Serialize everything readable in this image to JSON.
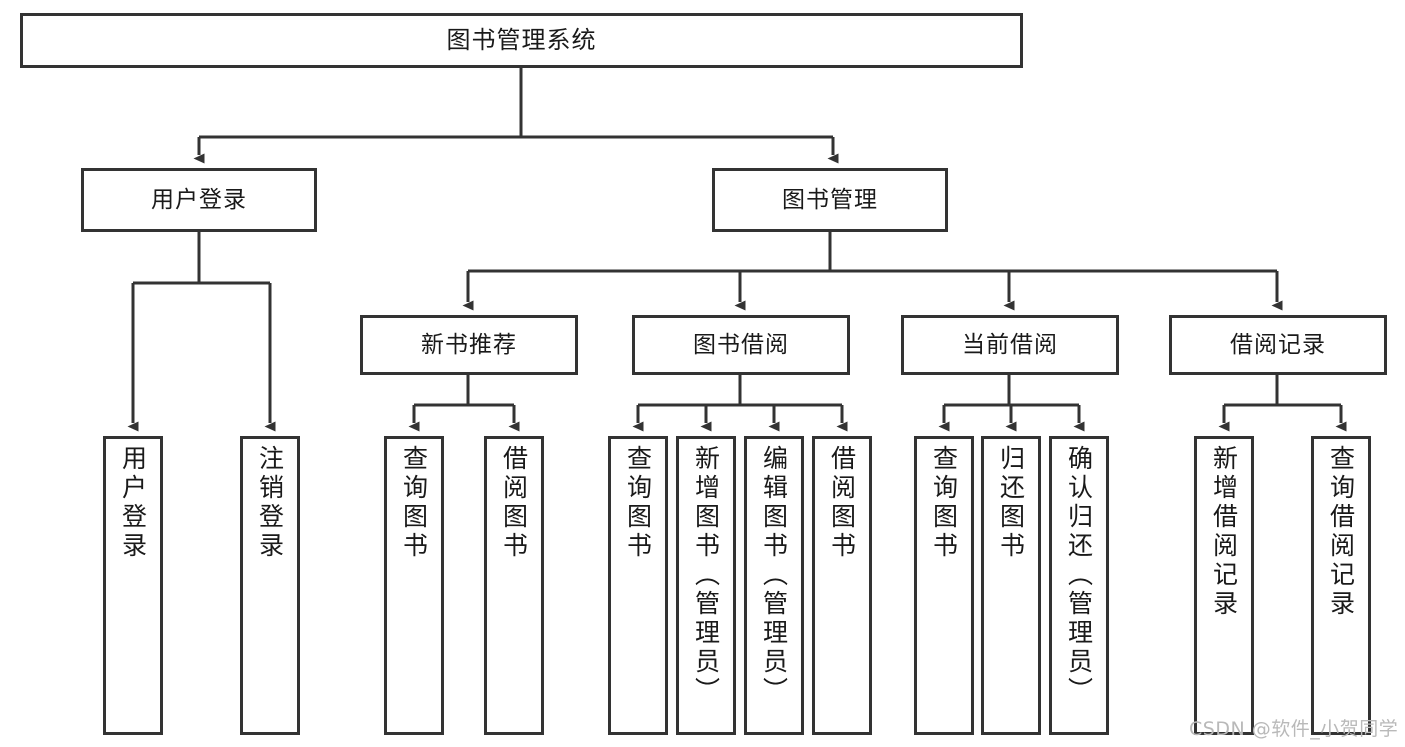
{
  "diagram": {
    "title": "图书管理系统",
    "type": "hierarchy-tree",
    "watermark": "CSDN @软件_小贺同学",
    "colors": {
      "box_border": "#333333",
      "box_fill": "#ffffff",
      "edge": "#333333",
      "text": "#1a1a1a",
      "watermark": "#b9b9b9"
    },
    "levels": {
      "root": {
        "label": "图书管理系统"
      },
      "level1": [
        {
          "id": "user-login",
          "label": "用户登录"
        },
        {
          "id": "book-management",
          "label": "图书管理"
        }
      ],
      "level2": [
        {
          "id": "new-book-recommend",
          "label": "新书推荐"
        },
        {
          "id": "book-borrow",
          "label": "图书借阅"
        },
        {
          "id": "current-borrow",
          "label": "当前借阅"
        },
        {
          "id": "borrow-record",
          "label": "借阅记录"
        }
      ],
      "leaves": {
        "user_login": [
          {
            "id": "leaf-user-login",
            "label": "用户登录"
          },
          {
            "id": "leaf-logout-login",
            "label": "注销登录"
          }
        ],
        "new_book_recommend": [
          {
            "id": "leaf-query-book-1",
            "label": "查询图书"
          },
          {
            "id": "leaf-borrow-book-1",
            "label": "借阅图书"
          }
        ],
        "book_borrow": [
          {
            "id": "leaf-query-book-2",
            "label": "查询图书"
          },
          {
            "id": "leaf-add-book",
            "label": "新增图书（管理员）"
          },
          {
            "id": "leaf-edit-book",
            "label": "编辑图书（管理员）"
          },
          {
            "id": "leaf-borrow-book-2",
            "label": "借阅图书"
          }
        ],
        "current_borrow": [
          {
            "id": "leaf-query-book-3",
            "label": "查询图书"
          },
          {
            "id": "leaf-return-book",
            "label": "归还图书"
          },
          {
            "id": "leaf-confirm-return",
            "label": "确认归还（管理员）"
          }
        ],
        "borrow_record": [
          {
            "id": "leaf-add-record",
            "label": "新增借阅记录"
          },
          {
            "id": "leaf-query-record",
            "label": "查询借阅记录"
          }
        ]
      }
    }
  }
}
